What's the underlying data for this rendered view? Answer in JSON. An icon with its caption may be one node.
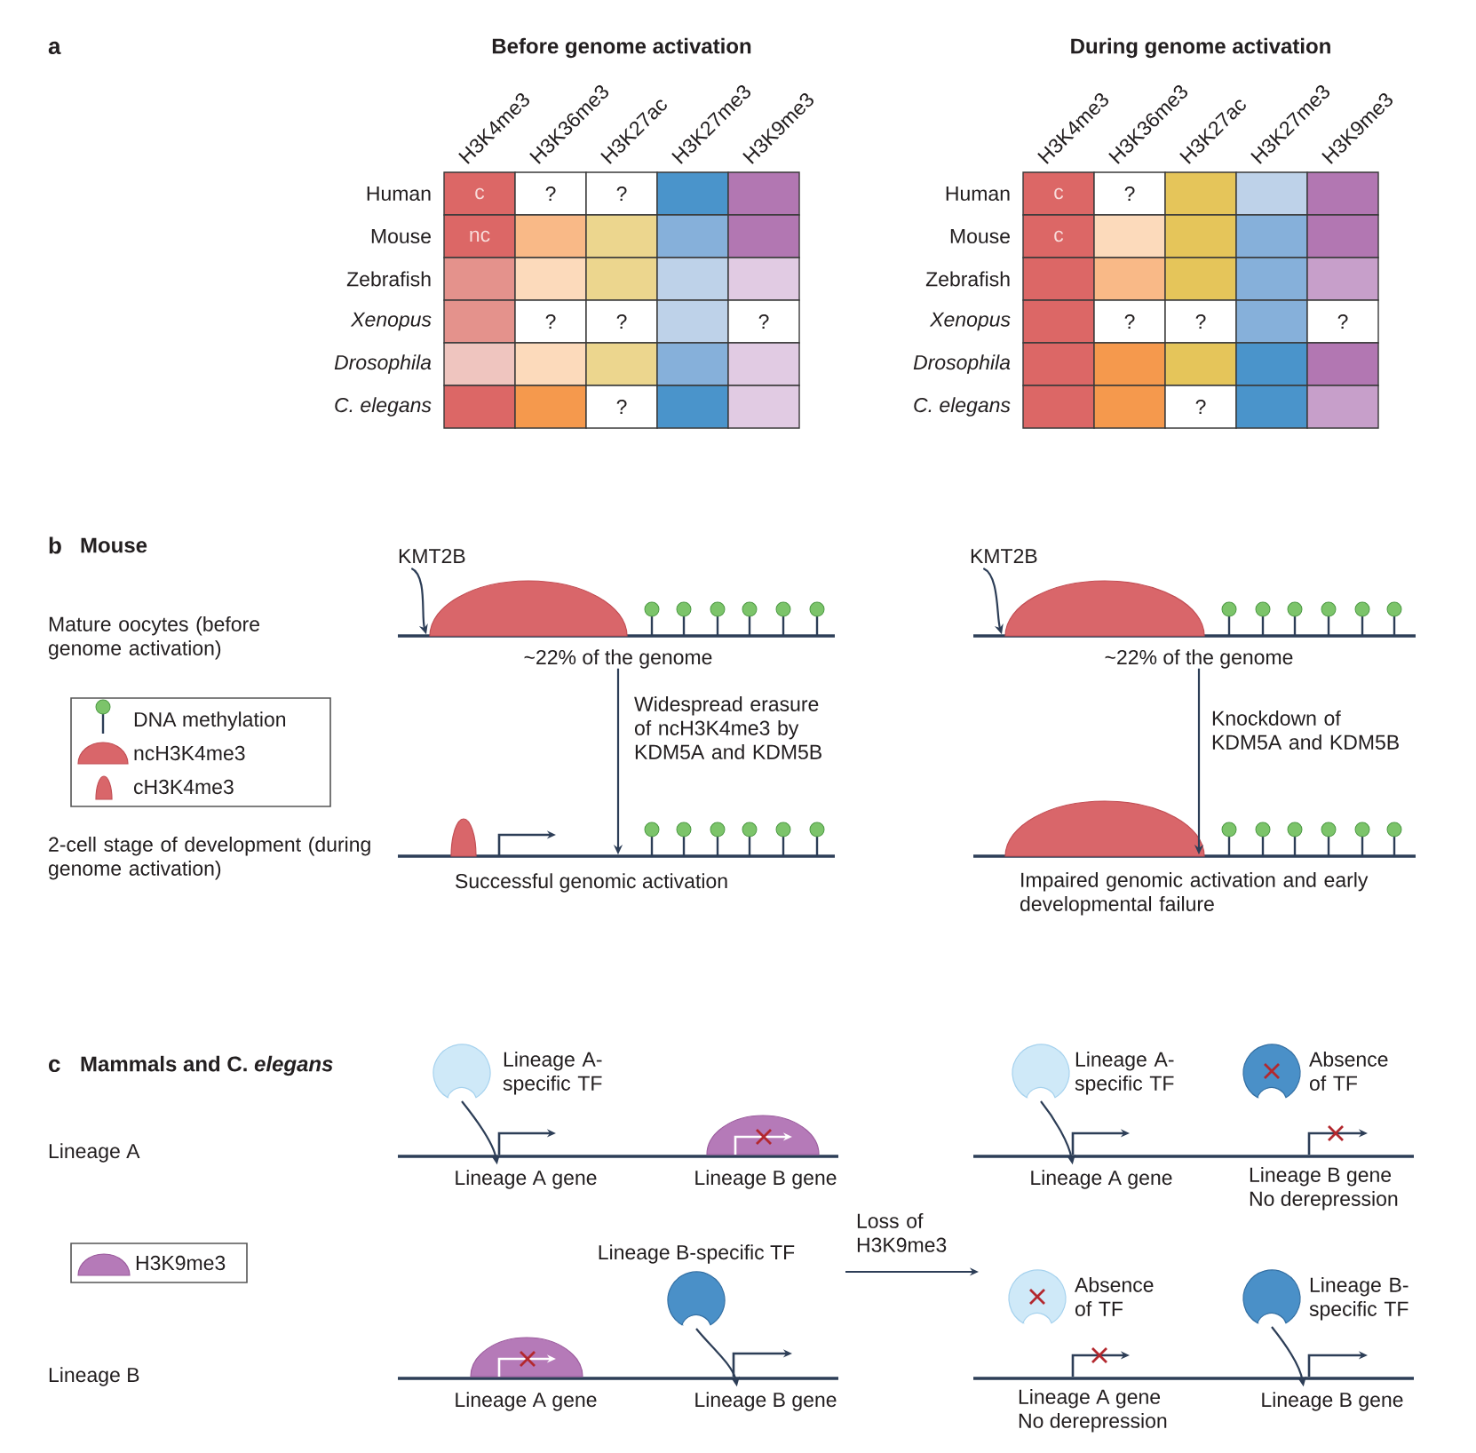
{
  "diagram": {
    "nodes": [
      {
        "text": [
          "KMT2B"
        ]
      },
      {
        "text": [],
        "shape": "line",
        "beside": [
          "~22% of the genome"
        ]
      },
      {
        "text": [
          "KMT2B"
        ]
      },
      {
        "text": [],
        "shape": "line",
        "beside": [
          "~22% of the genome"
        ]
      },
      {
        "text": [],
        "shape": "line",
        "beside": [
          "Successful genomic activation"
        ]
      },
      {
        "text": [],
        "shape": "line",
        "beside": [
          "Impaired genomic activation and early developmental failure"
        ]
      },
      {
        "text": [],
        "shape": "circle",
        "beside": [
          "Lineage A- specific TF"
        ]
      },
      {
        "text": [
          "Lineage A gene"
        ]
      },
      {
        "text": [
          "Lineage B gene"
        ]
      },
      {
        "text": [],
        "shape": "circle",
        "beside": [
          "Lineage B-specific TF"
        ]
      },
      {
        "text": [
          "Lineage A gene"
        ]
      },
      {
        "text": [
          "Lineage B gene"
        ]
      },
      {
        "text": [],
        "shape": "circle",
        "beside": [
          "Lineage A- specific TF"
        ]
      },
      {
        "text": [],
        "shape": "circle",
        "beside": [
          "Absence of TF"
        ]
      },
      {
        "text": [
          "Lineage A gene"
        ]
      },
      {
        "text": [
          "Lineage B gene",
          "No derepression"
        ]
      },
      {
        "text": [],
        "shape": "circle",
        "beside": [
          "Absence of TF"
        ]
      },
      {
        "text": [],
        "shape": "circle",
        "beside": [
          "Lineage B- specific TF"
        ]
      },
      {
        "text": [
          "Lineage A gene",
          "No derepression"
        ]
      },
      {
        "text": [
          "Lineage B gene"
        ]
      }
    ],
    "edges": [
      {
        "from": 0,
        "to": 1,
        "arrow": "to"
      },
      {
        "from": 2,
        "to": 3,
        "arrow": "to"
      },
      {
        "from": 1,
        "to": 4,
        "arrow": "to",
        "label": "Widespread erasure of ncH3K4me3 by KDM5A and KDM5B"
      },
      {
        "from": 3,
        "to": 5,
        "arrow": "to",
        "label": "Knockdown of KDM5A and KDM5B"
      },
      {
        "from": 6,
        "to": 7,
        "arrow": "to"
      },
      {
        "from": 9,
        "to": 11,
        "arrow": "to"
      },
      {
        "from": 12,
        "to": 14,
        "arrow": "to"
      },
      {
        "from": 17,
        "to": 19,
        "arrow": "to"
      }
    ],
    "labels": [
      "a",
      "Before genome activation",
      "H3K4me3",
      "H3K36me3",
      "H3K27ac",
      "H3K27me3",
      "H3K9me3",
      "During genome activation",
      "H3K4me3",
      "H3K36me3",
      "H3K27ac",
      "H3K27me3",
      "H3K9me3",
      "Human",
      "c",
      "?",
      "?",
      "Mouse",
      "nc",
      "Zebrafish",
      "Xenopus",
      "?",
      "?",
      "?",
      "Drosophila",
      "C. elegans",
      "?",
      "Human",
      "c",
      "?",
      "Mouse",
      "c",
      "Zebrafish",
      "Xenopus",
      "?",
      "?",
      "?",
      "Drosophila",
      "C. elegans",
      "?",
      "b",
      "Mouse",
      "Mature oocytes (before genome activation)",
      "2-cell stage of development (during genome activation)",
      "c",
      "Mammals and C. *elegans*",
      "Lineage A",
      "Lineage B",
      "Loss of H3K9me3"
    ],
    "legend": [
      {
        "text": "DNA methylation"
      },
      {
        "text": "ncH3K4me3"
      },
      {
        "text": "cH3K4me3"
      },
      {
        "text": "H3K9me3"
      }
    ]
  }
}
